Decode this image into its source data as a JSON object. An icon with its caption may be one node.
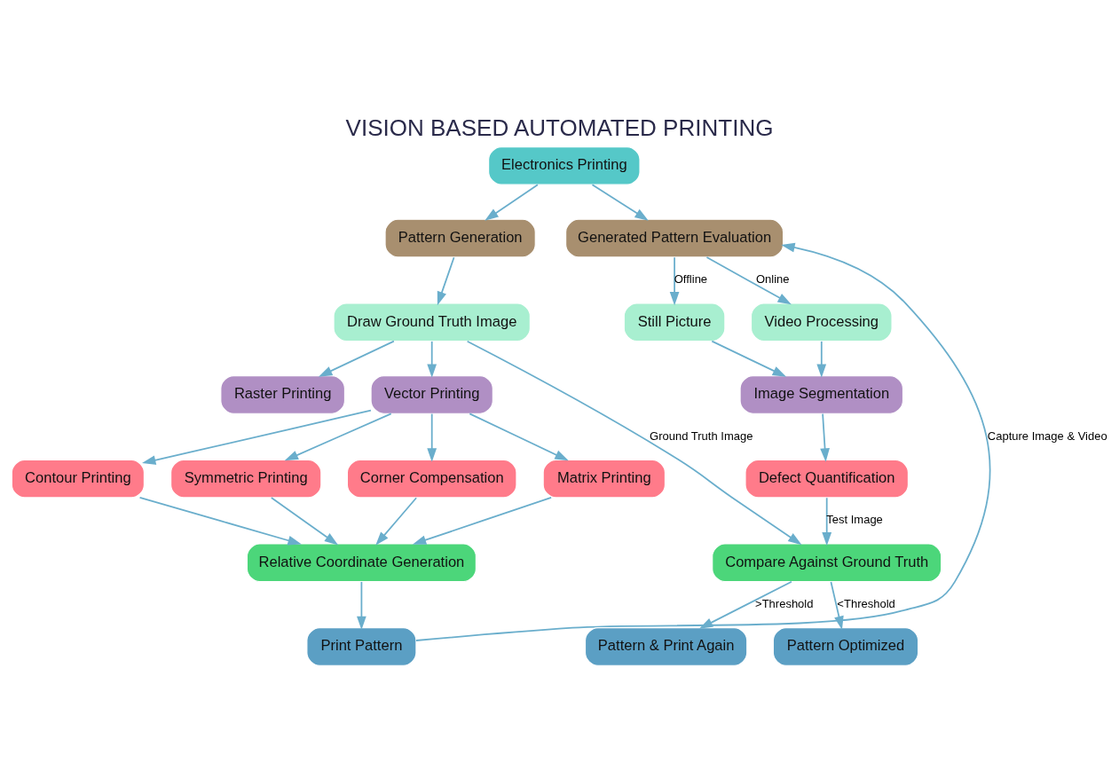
{
  "diagram": {
    "title": "VISION BASED AUTOMATED PRINTING",
    "nodes": [
      {
        "text": [
          "Electronics Printing"
        ]
      },
      {
        "text": [
          "Pattern Generation"
        ]
      },
      {
        "text": [
          "Generated Pattern Evaluation"
        ]
      },
      {
        "text": [
          "Draw Ground Truth Image"
        ]
      },
      {
        "text": [
          "Raster Printing"
        ]
      },
      {
        "text": [
          "Vector Printing"
        ]
      },
      {
        "text": [
          "Contour Printing"
        ]
      },
      {
        "text": [
          "Symmetric Printing"
        ]
      },
      {
        "text": [
          "Corner Compensation"
        ]
      },
      {
        "text": [
          "Matrix Printing"
        ]
      },
      {
        "text": [
          "Relative Coordinate Generation"
        ]
      },
      {
        "text": [
          "Print Pattern"
        ]
      },
      {
        "text": [
          "Still Picture"
        ]
      },
      {
        "text": [
          "Video Processing"
        ]
      },
      {
        "text": [
          "Image Segmentation"
        ]
      },
      {
        "text": [
          "Defect Quantification"
        ]
      },
      {
        "text": [
          "Compare Against Ground Truth"
        ]
      },
      {
        "text": [
          "Pattern & Print Again"
        ]
      },
      {
        "text": [
          "Pattern Optimized"
        ]
      }
    ],
    "edges": [
      {
        "from": 0,
        "to": 1,
        "arrow": "to"
      },
      {
        "from": 0,
        "to": 2,
        "arrow": "to"
      },
      {
        "from": 1,
        "to": 3,
        "arrow": "to"
      },
      {
        "from": 3,
        "to": 4,
        "arrow": "to"
      },
      {
        "from": 3,
        "to": 5,
        "arrow": "to"
      },
      {
        "from": 5,
        "to": 6,
        "arrow": "to"
      },
      {
        "from": 5,
        "to": 7,
        "arrow": "to"
      },
      {
        "from": 5,
        "to": 8,
        "arrow": "to"
      },
      {
        "from": 5,
        "to": 9,
        "arrow": "to"
      },
      {
        "from": 6,
        "to": 10,
        "arrow": "to"
      },
      {
        "from": 7,
        "to": 10,
        "arrow": "to"
      },
      {
        "from": 8,
        "to": 10,
        "arrow": "to"
      },
      {
        "from": 9,
        "to": 10,
        "arrow": "to"
      },
      {
        "from": 10,
        "to": 11,
        "arrow": "to"
      },
      {
        "from": 11,
        "to": 2,
        "arrow": "to",
        "label": "Capture Image & Video"
      },
      {
        "from": 2,
        "to": 12,
        "arrow": "to",
        "label": "Offline"
      },
      {
        "from": 2,
        "to": 13,
        "arrow": "to",
        "label": "Online"
      },
      {
        "from": 12,
        "to": 14,
        "arrow": "to"
      },
      {
        "from": 13,
        "to": 14,
        "arrow": "to"
      },
      {
        "from": 14,
        "to": 15,
        "arrow": "to"
      },
      {
        "from": 15,
        "to": 16,
        "arrow": "to",
        "label": "Test Image"
      },
      {
        "from": 3,
        "to": 16,
        "arrow": "to",
        "label": "Ground Truth Image"
      },
      {
        "from": 16,
        "to": 17,
        "arrow": "to",
        "label": ">Threshold"
      },
      {
        "from": 16,
        "to": 18,
        "arrow": "to",
        "label": "<Threshold"
      }
    ]
  }
}
